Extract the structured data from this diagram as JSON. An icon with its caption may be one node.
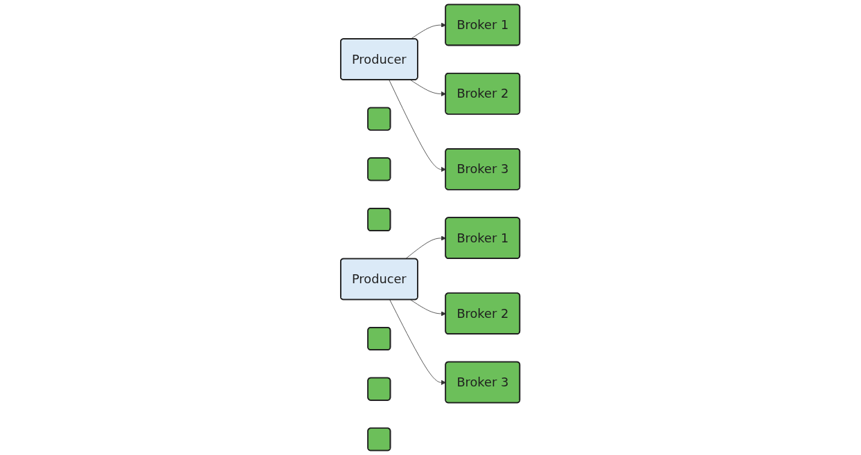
{
  "diagram": {
    "nodes": [
      {
        "text": [
          "Producer"
        ]
      },
      {
        "text": [
          "Broker 1"
        ]
      },
      {
        "text": [
          "Broker 2"
        ]
      },
      {
        "text": [
          "Broker 3"
        ]
      },
      {
        "text": [],
        "shape": "box"
      },
      {
        "text": [],
        "shape": "box"
      },
      {
        "text": [],
        "shape": "box"
      },
      {
        "text": [
          "Producer"
        ]
      },
      {
        "text": [
          "Broker 1"
        ]
      },
      {
        "text": [
          "Broker 2"
        ]
      },
      {
        "text": [
          "Broker 3"
        ]
      },
      {
        "text": [],
        "shape": "box"
      },
      {
        "text": [],
        "shape": "box"
      },
      {
        "text": [],
        "shape": "box"
      }
    ],
    "edges": [
      {
        "from": 0,
        "to": 1,
        "arrow": "to"
      },
      {
        "from": 0,
        "to": 2,
        "arrow": "to"
      },
      {
        "from": 0,
        "to": 3,
        "arrow": "to"
      },
      {
        "from": 7,
        "to": 8,
        "arrow": "to"
      },
      {
        "from": 7,
        "to": 9,
        "arrow": "to"
      },
      {
        "from": 7,
        "to": 10,
        "arrow": "to"
      }
    ]
  }
}
